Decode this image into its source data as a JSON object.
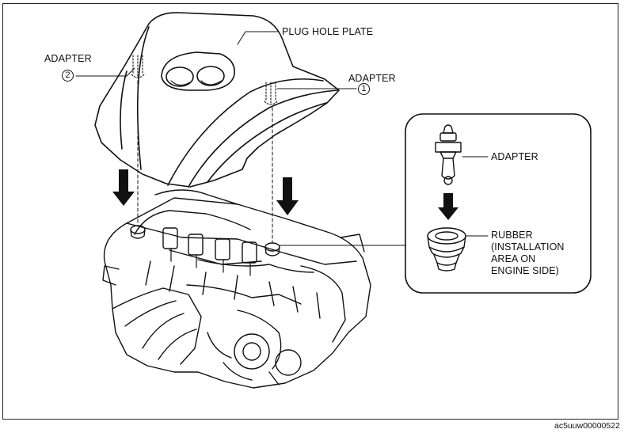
{
  "labels": {
    "plug_hole_plate": "PLUG HOLE PLATE",
    "adapter_left": "ADAPTER",
    "adapter_right": "ADAPTER",
    "adapter_detail": "ADAPTER",
    "rubber": "RUBBER\n(INSTALLATION\nAREA ON\nENGINE SIDE)",
    "callout_1": "1",
    "callout_2": "2"
  },
  "figure_code": "ac5uuw00000522"
}
